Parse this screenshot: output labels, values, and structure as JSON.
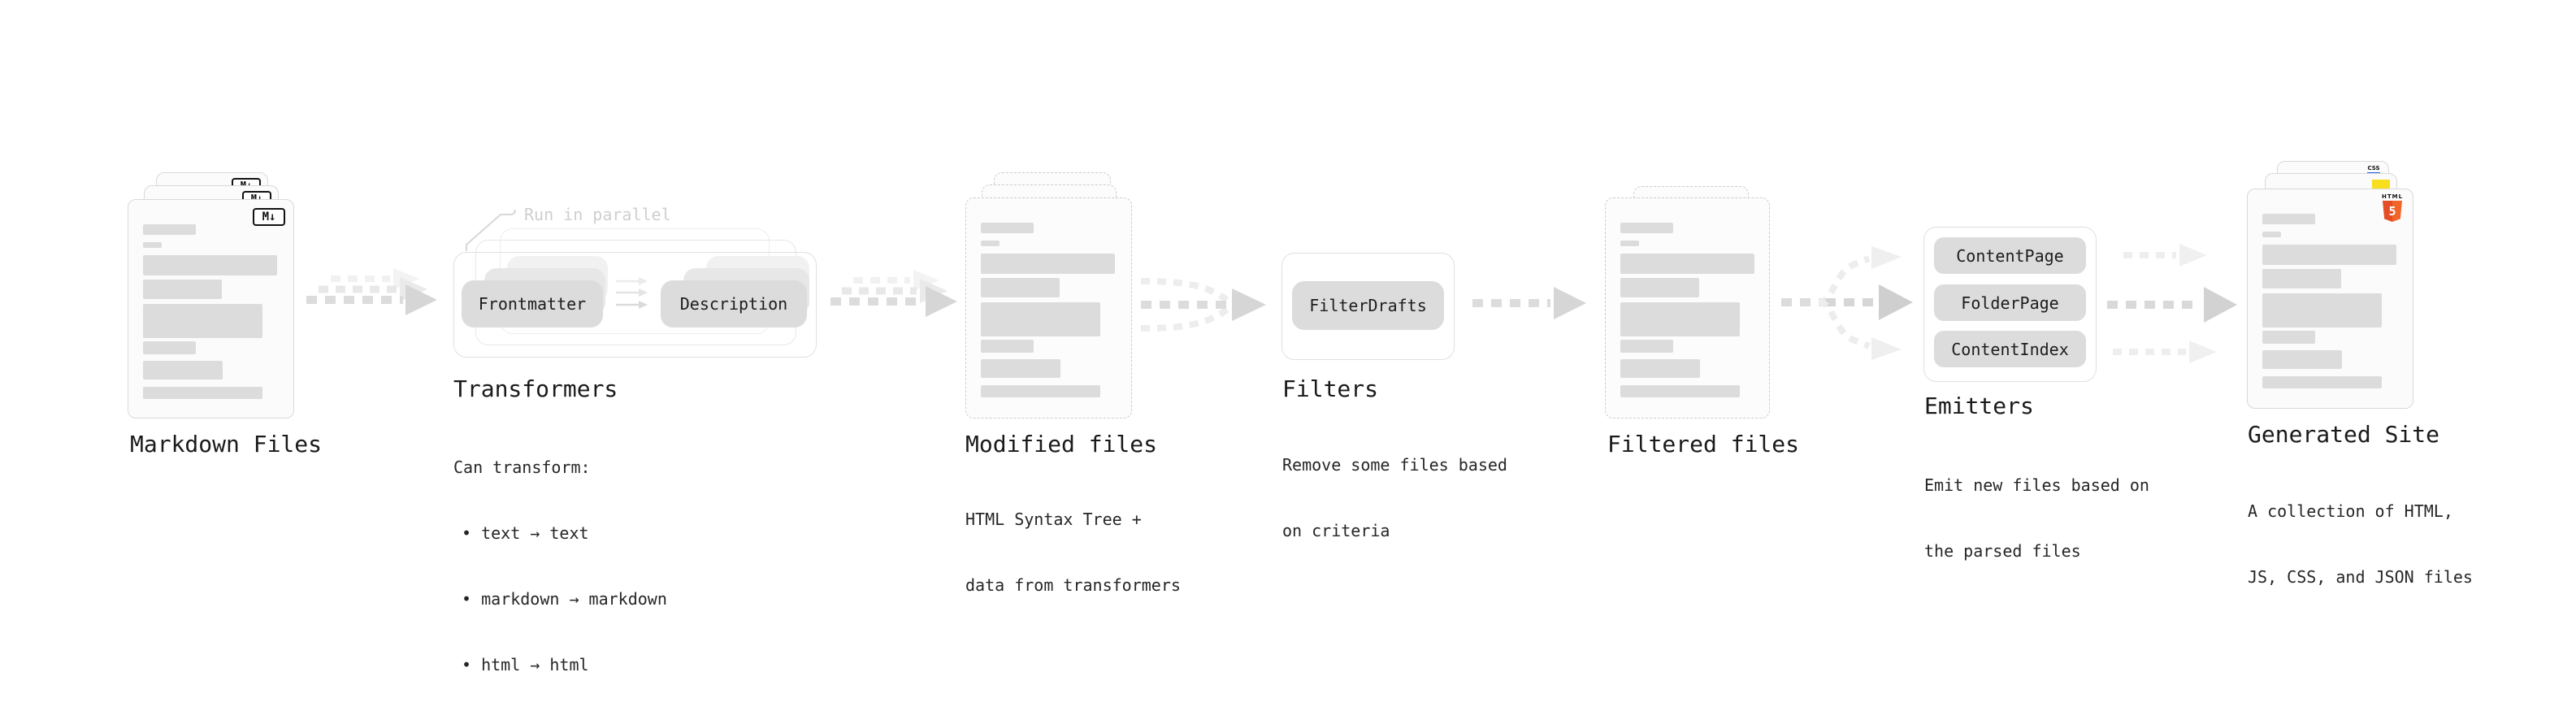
{
  "diagram": {
    "markdown_files": {
      "title": "Markdown Files",
      "badge": "M↓"
    },
    "transformers": {
      "title": "Transformers",
      "parallel_note": "Run in parallel",
      "pill_left": "Frontmatter",
      "pill_right": "Description",
      "body": [
        "Can transform:",
        "• text → text",
        "• markdown → markdown",
        "• html → html"
      ]
    },
    "modified_files": {
      "title": "Modified files",
      "body": [
        "HTML Syntax Tree +",
        "data from transformers"
      ]
    },
    "filters": {
      "title": "Filters",
      "pill": "FilterDrafts",
      "body": [
        "Remove some files based",
        "on criteria"
      ]
    },
    "filtered_files": {
      "title": "Filtered files"
    },
    "emitters": {
      "title": "Emitters",
      "pills": [
        "ContentPage",
        "FolderPage",
        "ContentIndex"
      ],
      "body": [
        "Emit new files based on",
        "the parsed files"
      ]
    },
    "generated_site": {
      "title": "Generated Site",
      "body": [
        "A collection of HTML,",
        "JS, CSS, and JSON files"
      ],
      "badges": {
        "html5_word": "HTML",
        "html5_number": "5",
        "css": "CSS"
      }
    }
  },
  "colors": {
    "html5_orange": "#e44d26",
    "js_yellow": "#f7df1e",
    "css_blue": "#2862e9",
    "card_border": "#d9d9d9",
    "bar_fill": "#dcdcdc",
    "arrow_gray": "#d6d6d6",
    "ghost_gray": "#ededed"
  }
}
